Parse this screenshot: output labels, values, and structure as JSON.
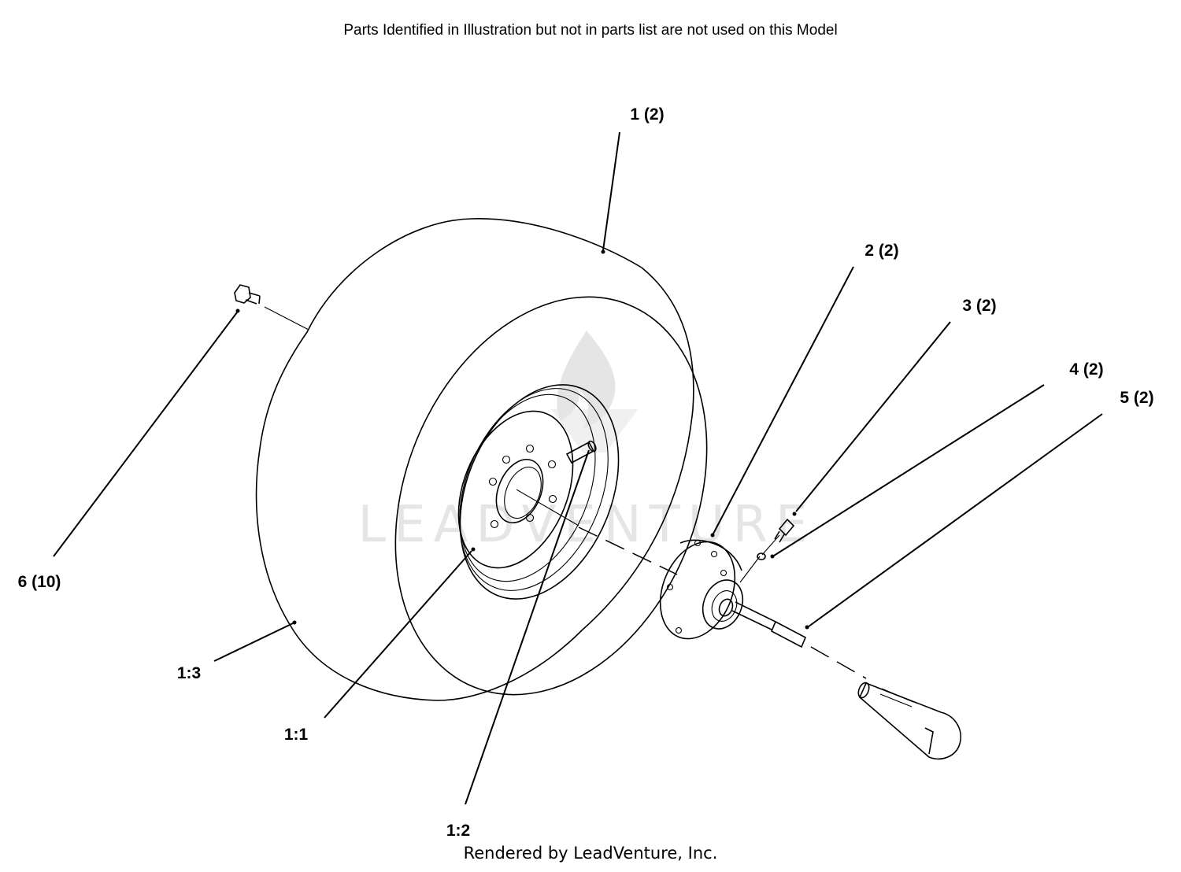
{
  "header_note": "Parts Identified in Illustration but not in parts list are not used on this Model",
  "watermark": "LEADVENTURE",
  "footer": "Rendered by LeadVenture, Inc.",
  "callouts": [
    {
      "id": "c1",
      "label": "1 (2)"
    },
    {
      "id": "c2",
      "label": "2 (2)"
    },
    {
      "id": "c3",
      "label": "3 (2)"
    },
    {
      "id": "c4",
      "label": "4 (2)"
    },
    {
      "id": "c5",
      "label": "5 (2)"
    },
    {
      "id": "c6",
      "label": "6 (10)"
    },
    {
      "id": "c13",
      "label": "1:3"
    },
    {
      "id": "c11",
      "label": "1:1"
    },
    {
      "id": "c12",
      "label": "1:2"
    }
  ],
  "colors": {
    "line": "#000000",
    "background": "#ffffff",
    "watermark": "#dddddd"
  }
}
